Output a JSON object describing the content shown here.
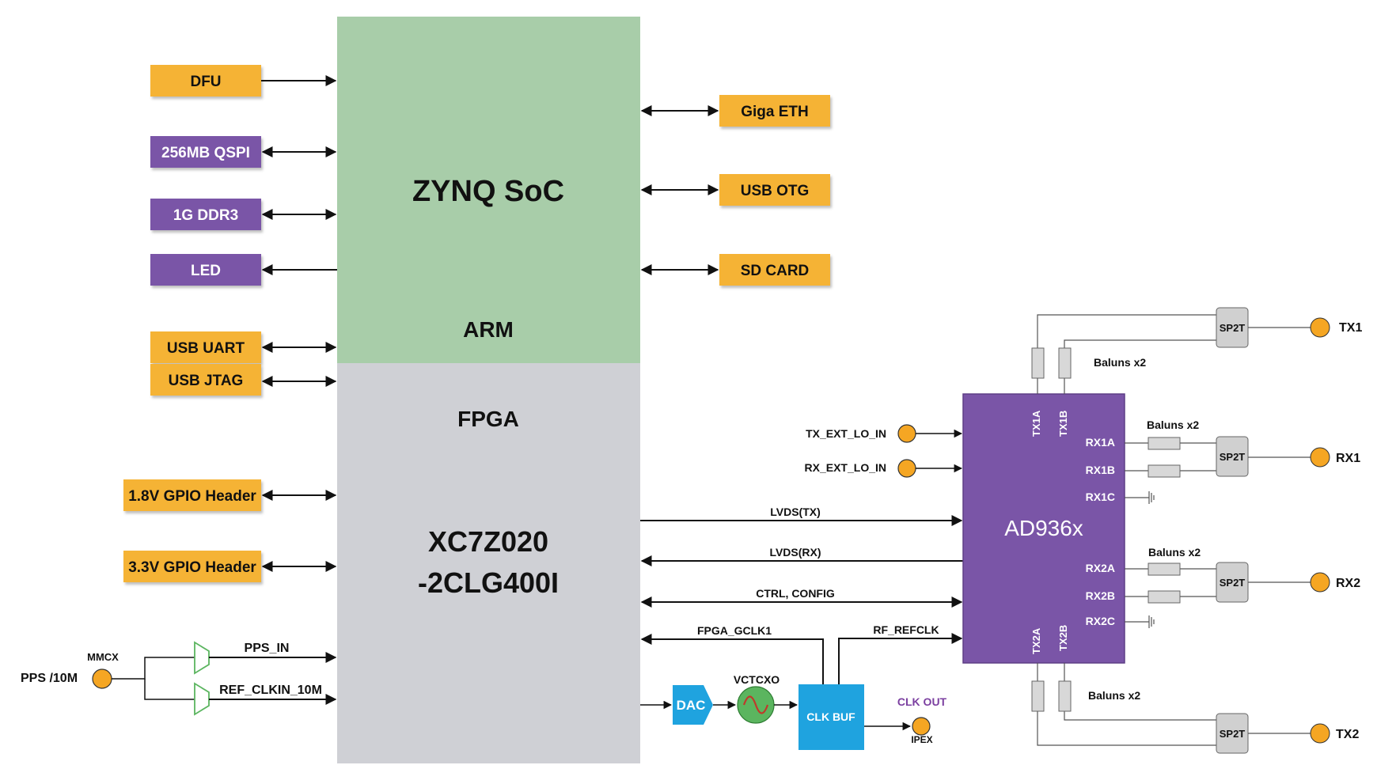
{
  "colors": {
    "orange": "#F5B335",
    "purple": "#7A55A7",
    "arm_green": "#A8CDA9",
    "fpga_gray": "#CFD0D5",
    "blue": "#1FA3DF",
    "switch_gray": "#D0D0D0",
    "balun_gray": "#D8D8D8",
    "connector": "#F5A623",
    "vco_green": "#5BB55F",
    "clkout_purple": "#7B3FA0"
  },
  "soc": {
    "title": "ZYNQ SoC",
    "arm": "ARM",
    "fpga": "FPGA",
    "chip_line1": "XC7Z020",
    "chip_line2": "-2CLG400I"
  },
  "left_blocks": {
    "dfu": "DFU",
    "qspi": "256MB QSPI",
    "ddr3": "1G DDR3",
    "led": "LED",
    "usb_uart": "USB UART",
    "usb_jtag": "USB JTAG",
    "gpio18": "1.8V GPIO Header",
    "gpio33": "3.3V GPIO Header"
  },
  "right_blocks": {
    "eth": "Giga ETH",
    "usb_otg": "USB OTG",
    "sd_card": "SD CARD"
  },
  "clock": {
    "mmcx": "MMCX",
    "pps": "PPS /10M",
    "pps_in": "PPS_IN",
    "ref_clkin": "REF_CLKIN_10M",
    "dac": "DAC",
    "vctcxo": "VCTCXO",
    "clk_buf": "CLK BUF",
    "clk_out": "CLK OUT",
    "ipex": "IPEX",
    "fpga_gclk": "FPGA_GCLK1",
    "rf_refclk": "RF_REFCLK"
  },
  "buses": {
    "lvds_tx": "LVDS(TX)",
    "lvds_rx": "LVDS(RX)",
    "ctrl": "CTRL, CONFIG"
  },
  "rf": {
    "chip": "AD936x",
    "tx_ext_lo": "TX_EXT_LO_IN",
    "rx_ext_lo": "RX_EXT_LO_IN",
    "tx1a": "TX1A",
    "tx1b": "TX1B",
    "tx2a": "TX2A",
    "tx2b": "TX2B",
    "rx1a": "RX1A",
    "rx1b": "RX1B",
    "rx1c": "RX1C",
    "rx2a": "RX2A",
    "rx2b": "RX2B",
    "rx2c": "RX2C",
    "baluns": "Baluns x2",
    "sp2t": "SP2T",
    "tx1": "TX1",
    "rx1": "RX1",
    "rx2": "RX2",
    "tx2": "TX2"
  }
}
